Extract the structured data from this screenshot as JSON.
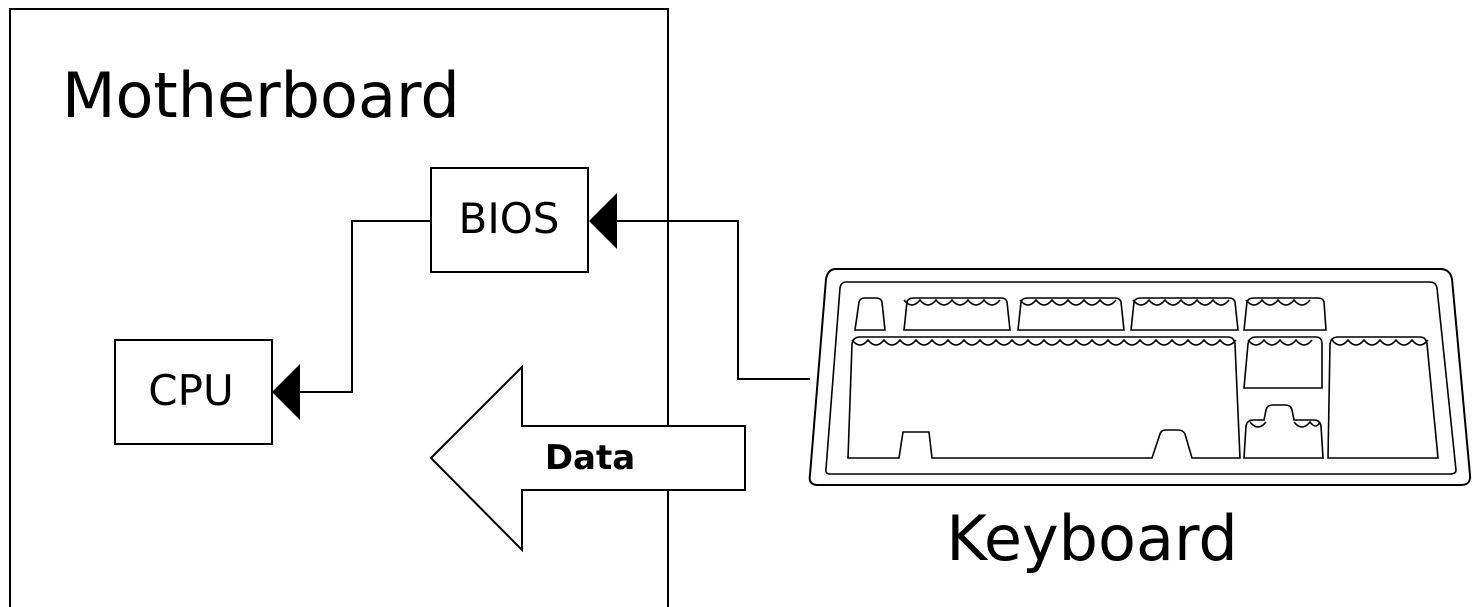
{
  "diagram": {
    "motherboard_label": "Motherboard",
    "bios_label": "BIOS",
    "cpu_label": "CPU",
    "data_label": "Data",
    "keyboard_label": "Keyboard"
  }
}
